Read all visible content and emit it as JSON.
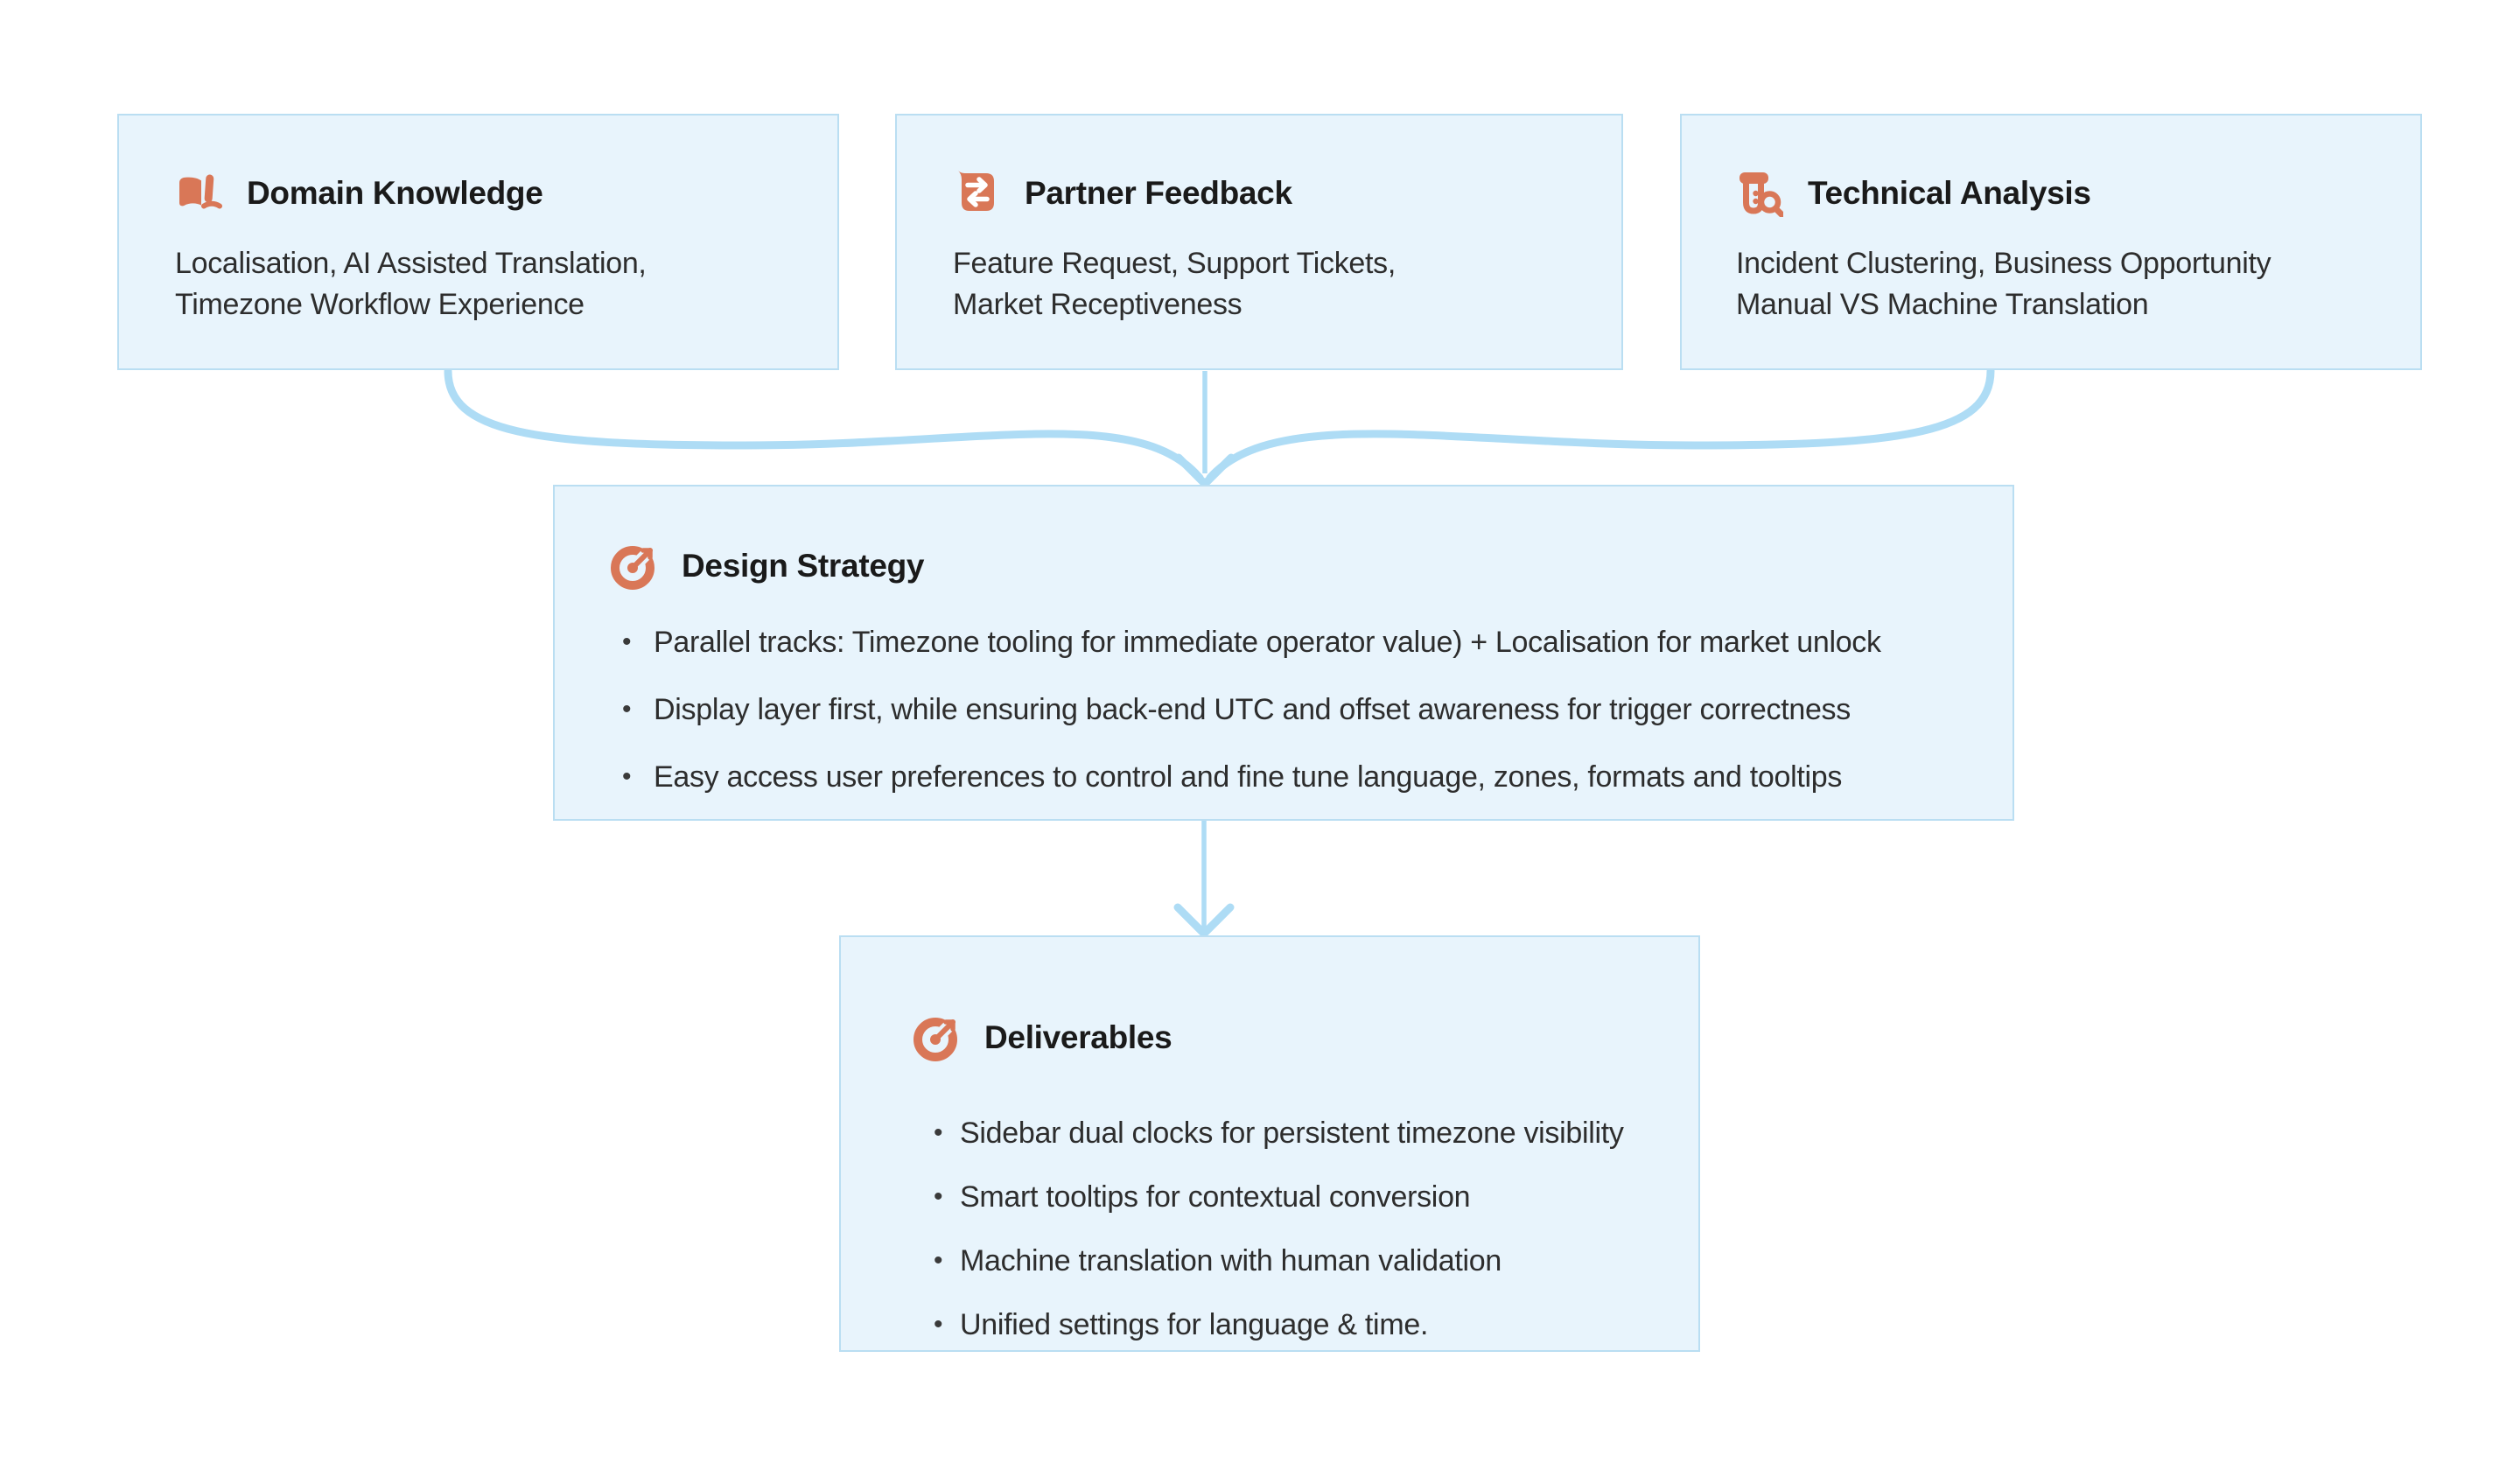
{
  "ui": {
    "bullet_char": "•"
  },
  "palette": {
    "background": "#ffffff",
    "card_fill": "#e8f4fc",
    "card_border": "#badef2",
    "arrow_blue": "#aedcf5",
    "icon_orange": "#d97757",
    "title_text": "#1a1a1a",
    "body_text": "#2d2d2d"
  },
  "diagram": {
    "sources": [
      {
        "title": "Domain Knowledge",
        "icon": "open-book-icon",
        "lines": [
          "Localisation, AI Assisted Translation,",
          "Timezone Workflow Experience"
        ]
      },
      {
        "title": "Partner Feedback",
        "icon": "transfer-arrows-icon",
        "lines": [
          "Feature Request, Support Tickets,",
          "Market Receptiveness"
        ]
      },
      {
        "title": "Technical Analysis",
        "icon": "test-tube-search-icon",
        "lines": [
          "Incident Clustering, Business Opportunity",
          "Manual VS Machine Translation"
        ]
      }
    ],
    "design_strategy": {
      "title": "Design Strategy",
      "icon": "target-icon",
      "bullets": [
        "Parallel tracks: Timezone tooling  for immediate operator value) + Localisation for market unlock",
        "Display layer first, while ensuring back-end UTC and offset awareness for trigger correctness",
        "Easy access user preferences to control and fine tune language, zones, formats and tooltips"
      ]
    },
    "deliverables": {
      "title": "Deliverables",
      "icon": "target-icon",
      "bullets": [
        "Sidebar dual clocks for persistent timezone visibility",
        "Smart tooltips for contextual conversion",
        "Machine translation with human validation",
        "Unified settings for language & time."
      ]
    }
  }
}
